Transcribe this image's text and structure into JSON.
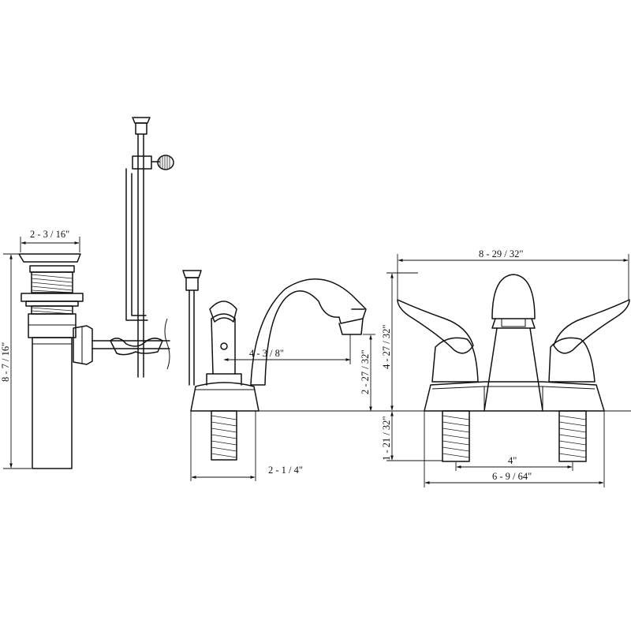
{
  "dimensions": {
    "drain_width": "2 - 3 / 16\"",
    "drain_height": "8 - 7 / 16\"",
    "spout_reach": "4 - 3 / 8\"",
    "spout_height": "2 - 27 / 32\"",
    "base_depth": "2 - 1 / 4\"",
    "overall_width": "8 - 29 / 32\"",
    "overall_height": "4 - 27 / 32\"",
    "shank_length": "1 - 21 / 32\"",
    "center_spacing": "4\"",
    "base_width": "6 - 9 / 64\""
  }
}
